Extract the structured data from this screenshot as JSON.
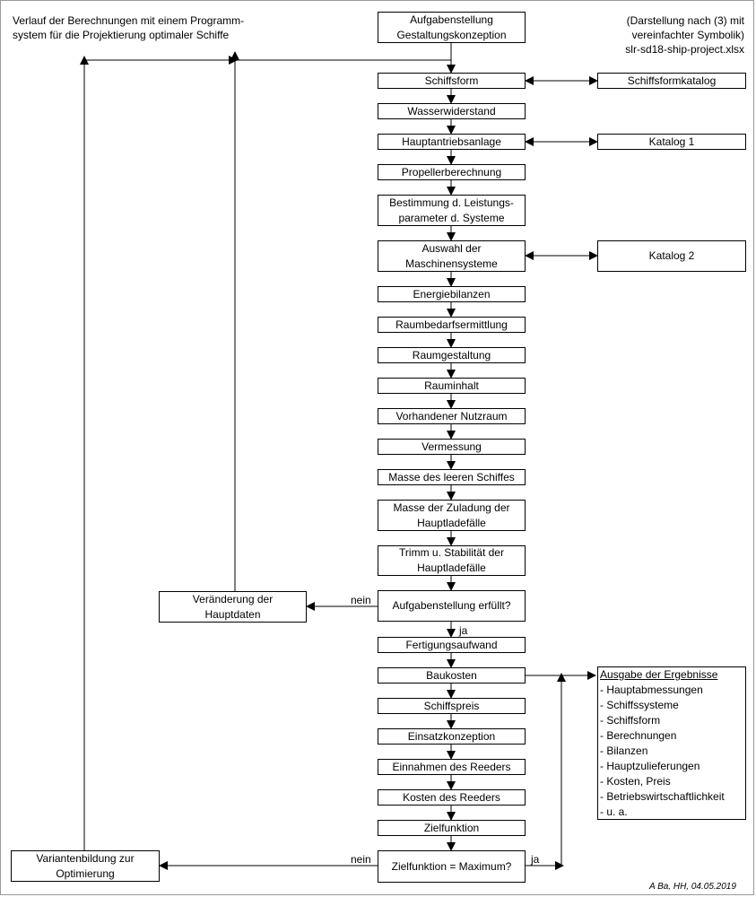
{
  "intro": "Verlauf der Berechnungen mit einem Programm-\nsystem für die Projektierung optimaler Schiffe",
  "note": "(Darstellung nach (3) mit\nvereinfachter Symbolik)\nslr-sd18-ship-project.xlsx",
  "steps": {
    "aufgabe": "Aufgabenstellung\nGestaltungskonzeption",
    "schiffsform": "Schiffsform",
    "wasser": "Wasserwiderstand",
    "haupt": "Hauptantriebsanlage",
    "propeller": "Propellerberechnung",
    "bestimmung": "Bestimmung d. Leistungs-\nparameter d. Systeme",
    "auswahl": "Auswahl der\nMaschinensysteme",
    "energie": "Energiebilanzen",
    "raumbedarf": "Raumbedarfsermittlung",
    "raumgestaltung": "Raumgestaltung",
    "rauminhalt": "Rauminhalt",
    "nutzraum": "Vorhandener Nutzraum",
    "vermessung": "Vermessung",
    "masse_leer": "Masse des leeren Schiffes",
    "zuladung": "Masse der Zuladung der\nHauptladefälle",
    "trimm": "Trimm u. Stabilität der\nHauptladefälle",
    "erfuellt": "Aufgabenstellung erfüllt?",
    "fertigung": "Fertigungsaufwand",
    "baukosten": "Baukosten",
    "schiffspreis": "Schiffspreis",
    "einsatz": "Einsatzkonzeption",
    "einnahmen": "Einnahmen des Reeders",
    "kosten": "Kosten des Reeders",
    "zielfunktion": "Zielfunktion",
    "maximum": "Zielfunktion = Maximum?"
  },
  "catalogs": {
    "schiffsformkatalog": "Schiffsformkatalog",
    "katalog1": "Katalog 1",
    "katalog2": "Katalog 2"
  },
  "side": {
    "veraenderung": "Veränderung der\nHauptdaten",
    "variantenbildung": "Variantenbildung zur\nOptimierung"
  },
  "labels": {
    "nein1": "nein",
    "ja1": "ja",
    "nein2": "nein",
    "ja2": "ja"
  },
  "output": {
    "title": "Ausgabe der Ergebnisse",
    "items": [
      "- Hauptabmessungen",
      "- Schiffssysteme",
      "- Schiffsform",
      "- Berechnungen",
      "- Bilanzen",
      "- Hauptzulieferungen",
      "- Kosten, Preis",
      "- Betriebswirtschaftlichkeit",
      "- u. a."
    ]
  },
  "credit": "A Ba, HH, 04.05.2019"
}
